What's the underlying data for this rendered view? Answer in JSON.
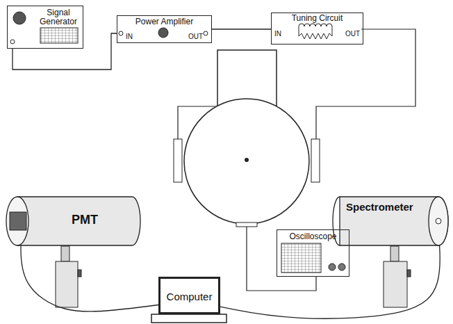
{
  "diagram": {
    "nodes": [
      {
        "text": [
          "Signal Generator"
        ]
      },
      {
        "text": [
          "Power Amplifier",
          "IN",
          "OUT"
        ]
      },
      {
        "text": [
          "Tuning Circuit",
          "IN",
          "OUT"
        ]
      },
      {
        "text": [
          "PMT"
        ]
      },
      {
        "text": [
          "Spectrometer"
        ]
      },
      {
        "text": [
          "Oscilloscope"
        ]
      },
      {
        "text": [
          "Computer"
        ]
      }
    ],
    "edges": [
      {
        "from": 0,
        "to": 1,
        "arrow": "none"
      },
      {
        "from": 1,
        "to": 2,
        "arrow": "none"
      },
      {
        "from": 3,
        "to": 6,
        "arrow": "none"
      },
      {
        "from": 4,
        "to": 6,
        "arrow": "none"
      }
    ]
  }
}
